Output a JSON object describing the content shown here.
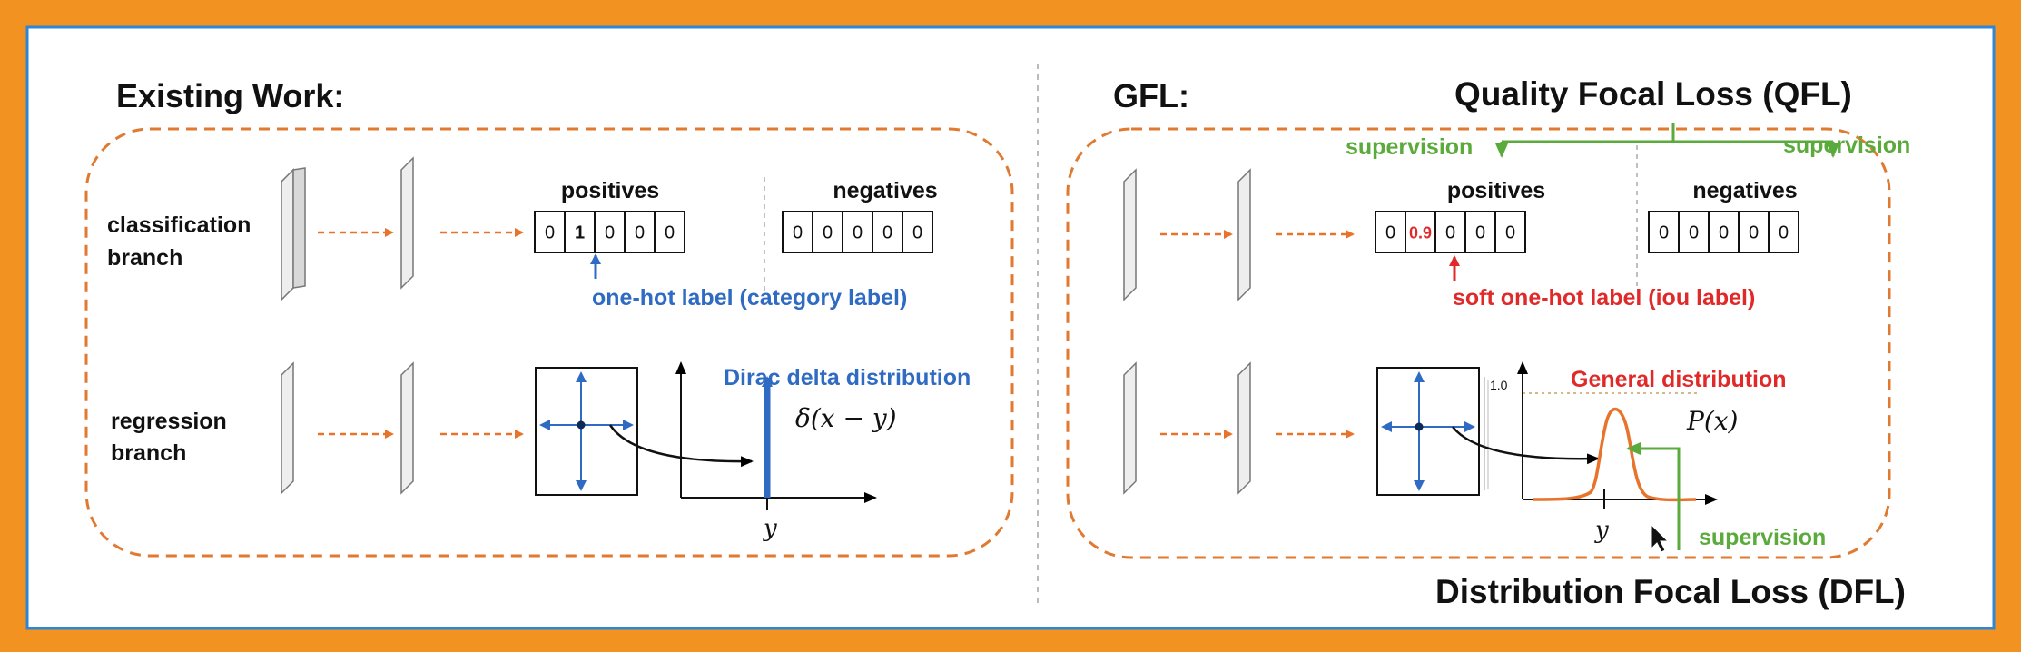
{
  "colors": {
    "outer_frame": "#F29220",
    "inner_border": "#2F86D6",
    "dashed_box": "#E07A30",
    "arrow_orange": "#E8732A",
    "blue": "#2F6BC2",
    "red": "#E02A2A",
    "green": "#5BAA3C",
    "curve_orange": "#E8732A"
  },
  "left": {
    "title": "Existing Work:",
    "classification_label": [
      "classification",
      "branch"
    ],
    "regression_label": [
      "regression",
      "branch"
    ],
    "positives_label": "positives",
    "negatives_label": "negatives",
    "positives_cells": [
      "0",
      "1",
      "0",
      "0",
      "0"
    ],
    "negatives_cells": [
      "0",
      "0",
      "0",
      "0",
      "0"
    ],
    "one_hot_label": "one-hot label (category label)",
    "dirac_label": "Dirac delta distribution",
    "delta_formula": "δ(x − y)",
    "y_label": "y"
  },
  "right": {
    "title": "GFL:",
    "qfl_title": "Quality Focal Loss (QFL)",
    "dfl_title": "Distribution Focal Loss (DFL)",
    "supervision": "supervision",
    "positives_label": "positives",
    "negatives_label": "negatives",
    "positives_cells": [
      "0",
      "0.9",
      "0",
      "0",
      "0"
    ],
    "negatives_cells": [
      "0",
      "0",
      "0",
      "0",
      "0"
    ],
    "soft_label": "soft one-hot label (iou label)",
    "general_label": "General distribution",
    "px_formula": "P(x)",
    "y_label": "y",
    "tick_label": "1.0"
  }
}
